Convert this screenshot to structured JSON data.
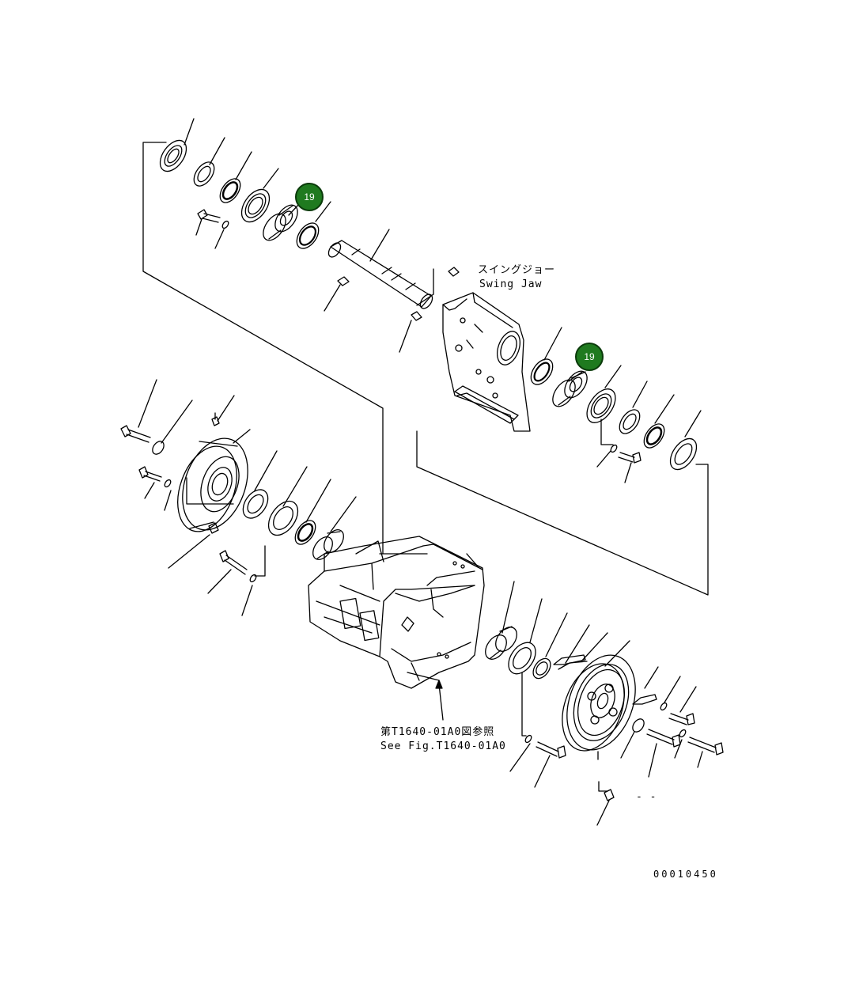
{
  "labels": {
    "swing_jaw_jp": "スイングジョー",
    "swing_jaw_en": "Swing Jaw",
    "see_fig_jp": "第T1640-01A0図参照",
    "see_fig_en": "See Fig.T1640-01A0",
    "drawing_number": "00010450",
    "stray_mark": "- -"
  },
  "callouts": [
    {
      "number": "19"
    },
    {
      "number": "19"
    }
  ],
  "colors": {
    "callout_fill": "#1f7a1f",
    "line": "#000000",
    "background": "#ffffff"
  }
}
